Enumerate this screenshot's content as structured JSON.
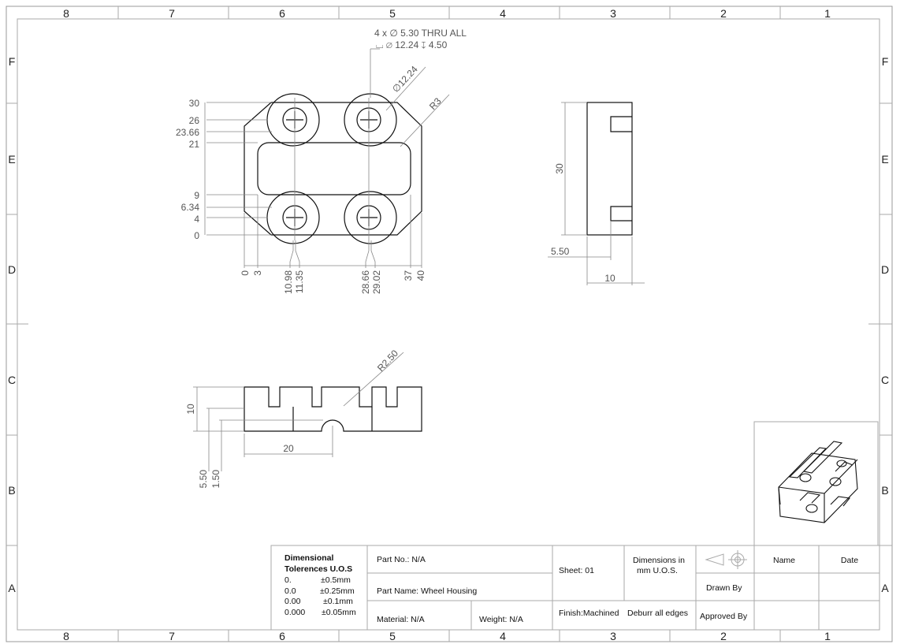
{
  "zones": {
    "columns": [
      "8",
      "7",
      "6",
      "5",
      "4",
      "3",
      "2",
      "1"
    ],
    "rows": [
      "F",
      "E",
      "D",
      "C",
      "B",
      "A"
    ]
  },
  "callouts": {
    "hole": "4 x ∅ 5.30 THRU ALL",
    "cbore": "⌴ ∅ 12.24 ↧ 4.50",
    "dia": "∅12.24",
    "r3": "R3",
    "r250": "R2.50"
  },
  "front_view": {
    "y_dims": [
      "30",
      "26",
      "23.66",
      "21",
      "9",
      "6.34",
      "4",
      "0"
    ],
    "x_dims": [
      "0",
      "3",
      "10.98",
      "11.35",
      "28.66",
      "29.02",
      "37",
      "40"
    ]
  },
  "side_view": {
    "height": "30",
    "depth": "5.50",
    "width": "10"
  },
  "bottom_view": {
    "height": "10",
    "h1": "5.50",
    "h2": "1.50",
    "width": "20"
  },
  "title_block": {
    "tolerance_title_1": "Dimensional",
    "tolerance_title_2": "Tolerences U.O.S",
    "tolerances": [
      {
        "format": "0.",
        "value": "±0.5mm"
      },
      {
        "format": "0.0",
        "value": "±0.25mm"
      },
      {
        "format": "0.00",
        "value": "±0.1mm"
      },
      {
        "format": "0.000",
        "value": "±0.05mm"
      }
    ],
    "part_no": "Part No.: N/A",
    "part_name": "Part Name: Wheel Housing",
    "material": "Material: N/A",
    "weight": "Weight: N/A",
    "sheet": "Sheet: 01",
    "units_1": "Dimensions in",
    "units_2": "mm U.O.S.",
    "finish": "Finish:Machined",
    "deburr": "Deburr all edges",
    "name_header": "Name",
    "date_header": "Date",
    "drawn_by": "Drawn By",
    "approved_by": "Approved By"
  }
}
